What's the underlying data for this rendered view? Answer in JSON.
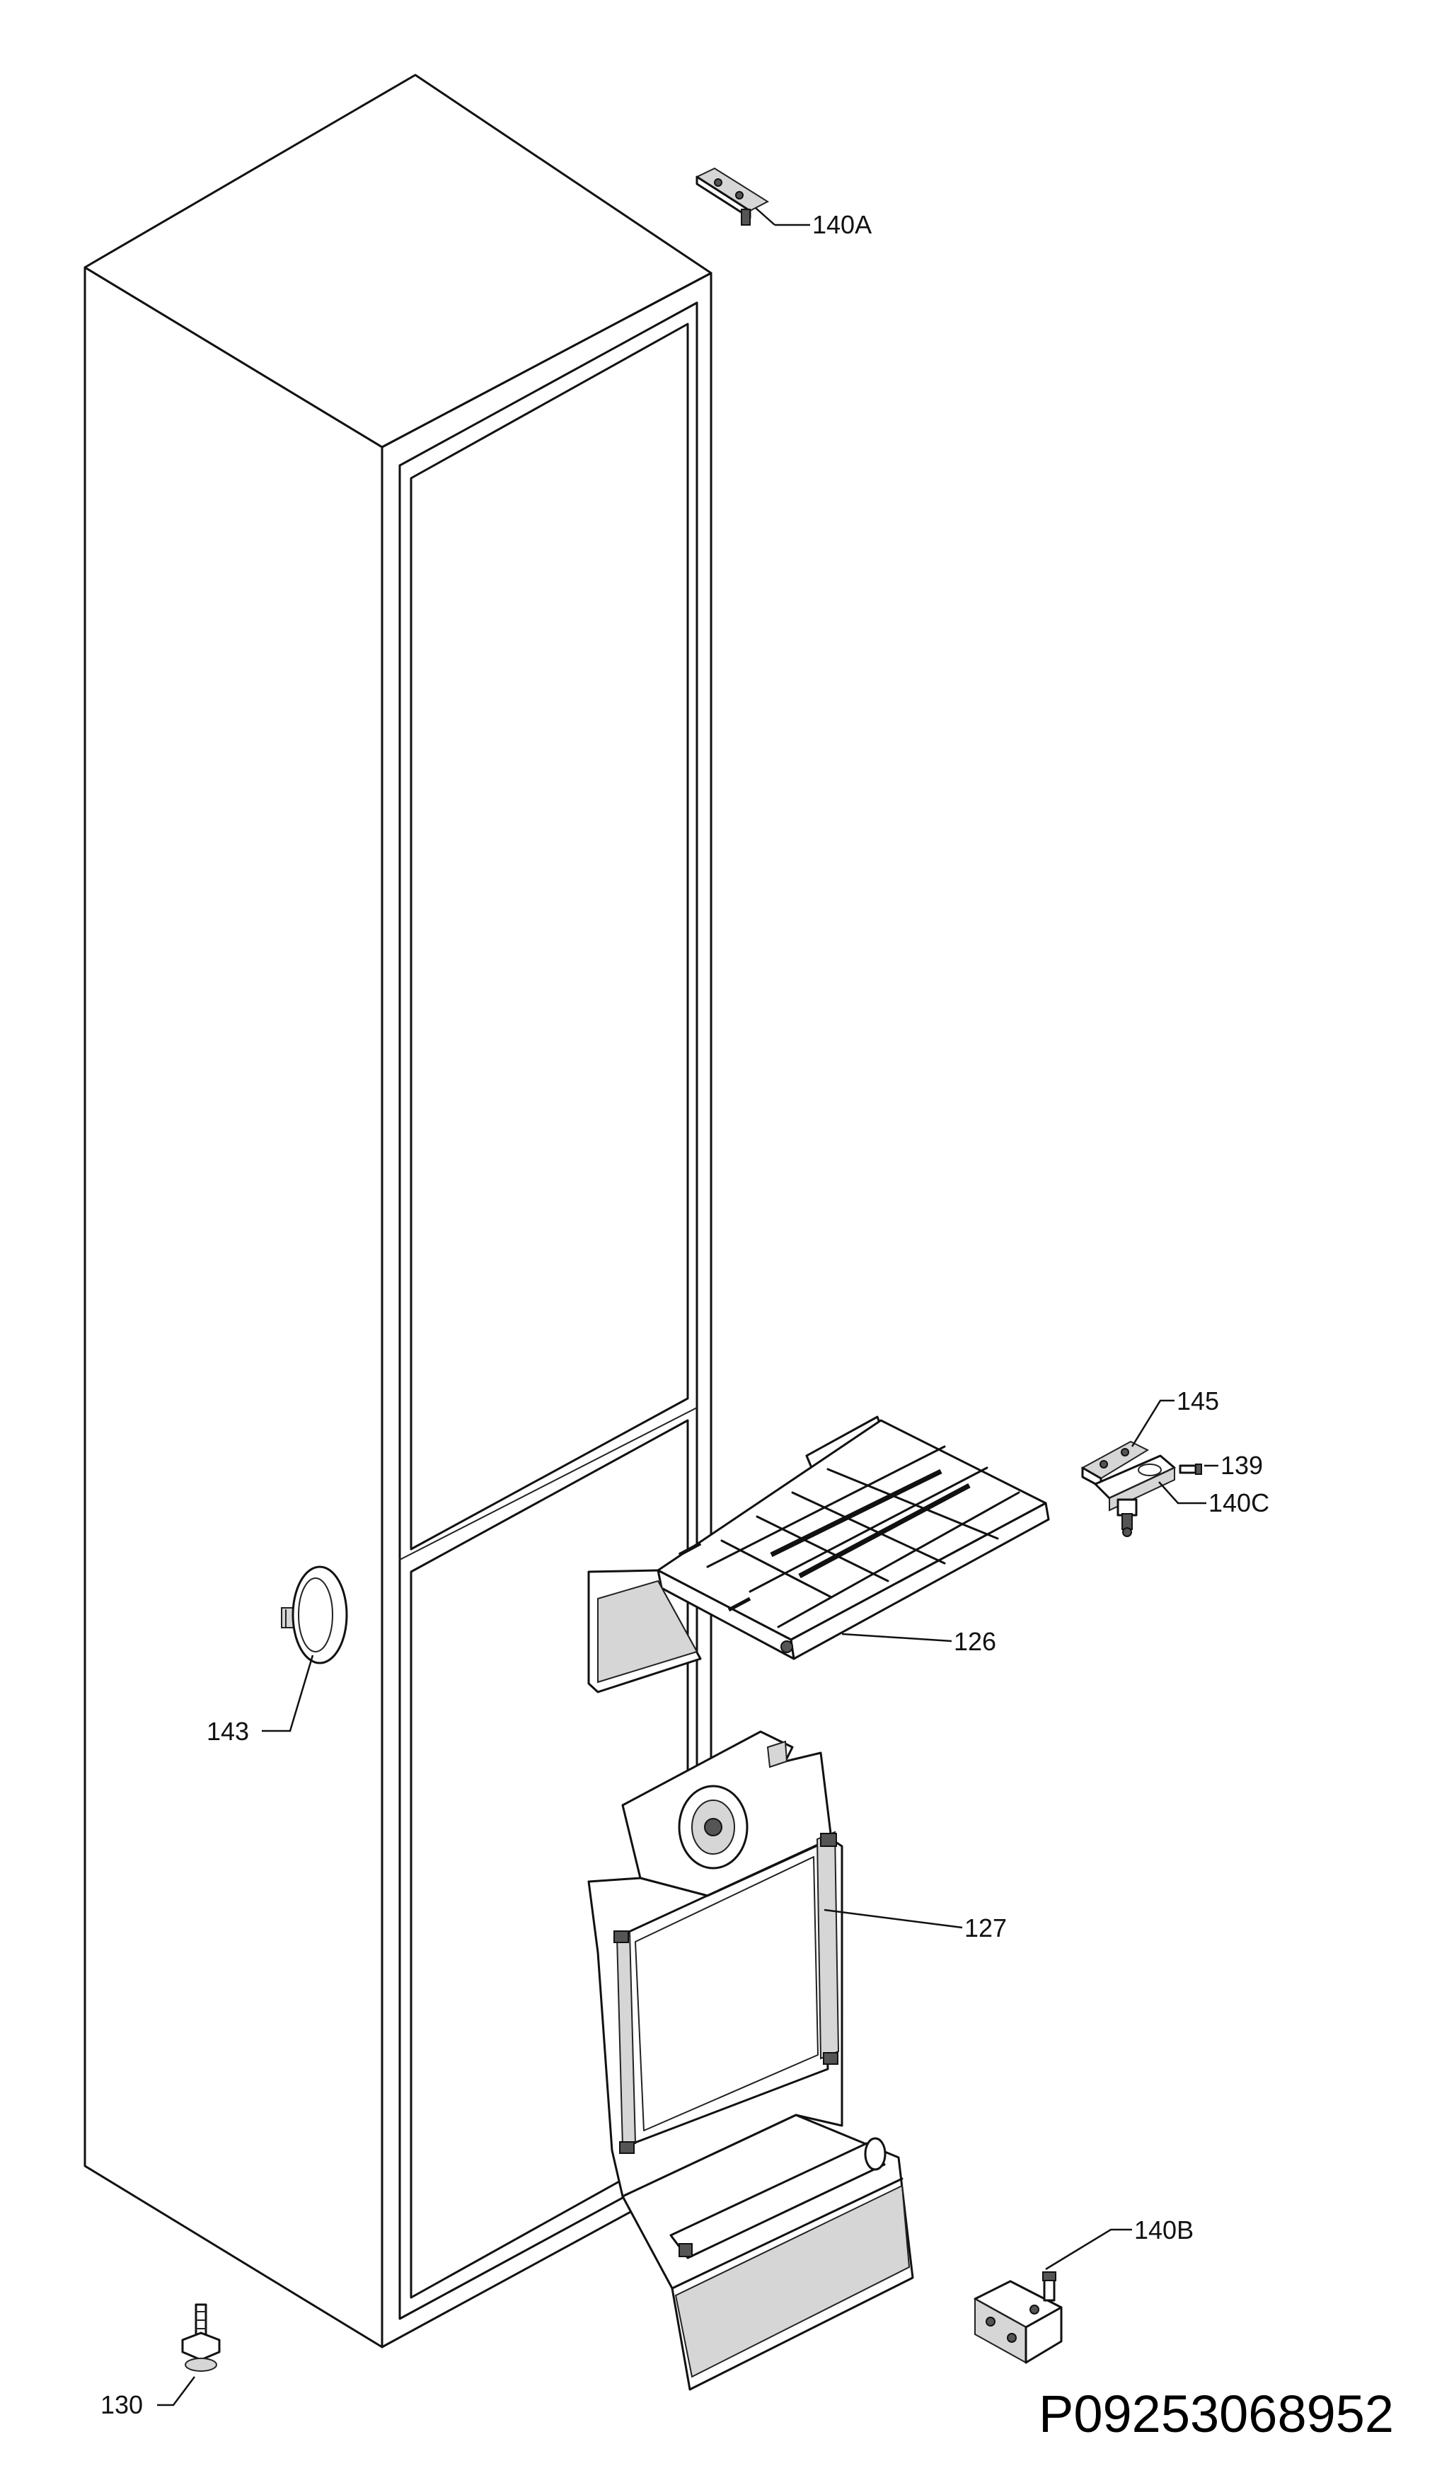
{
  "callouts": {
    "c140A": "140A",
    "c145": "145",
    "c139": "139",
    "c140C": "140C",
    "c126": "126",
    "c143": "143",
    "c127": "127",
    "c140B": "140B",
    "c130": "130"
  },
  "document_code": "P09253068952",
  "parts": [
    {
      "id": "140A",
      "icon": "top-hinge-icon"
    },
    {
      "id": "145",
      "icon": "hinge-plate-icon"
    },
    {
      "id": "139",
      "icon": "screw-icon"
    },
    {
      "id": "140C",
      "icon": "middle-hinge-icon"
    },
    {
      "id": "126",
      "icon": "wire-shelf-icon"
    },
    {
      "id": "143",
      "icon": "door-handle-icon"
    },
    {
      "id": "127",
      "icon": "drawer-cover-icon"
    },
    {
      "id": "140B",
      "icon": "bottom-hinge-icon"
    },
    {
      "id": "130",
      "icon": "adjustable-foot-icon"
    }
  ]
}
